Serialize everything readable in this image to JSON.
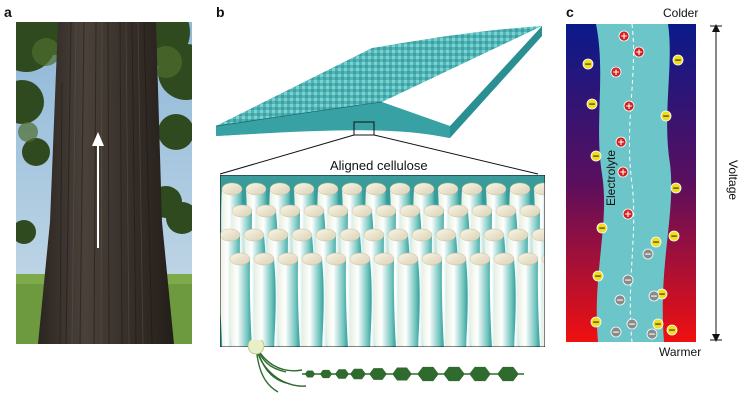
{
  "panels": {
    "a": {
      "letter": "a"
    },
    "b": {
      "letter": "b",
      "zoom_label": "Aligned cellulose"
    },
    "c": {
      "letter": "c",
      "top_label": "Colder",
      "bottom_label": "Warmer",
      "side_label": "Voltage",
      "channel_label": "Electrolyte",
      "positive_symbol": "+",
      "negative_symbol": "−"
    }
  },
  "colors": {
    "channel": "#6cc6c9",
    "gradient_top": "#0a1a8a",
    "gradient_bottom": "#f01010",
    "positive_ion": "#d21f1f",
    "negative_ion": "#f0de1e",
    "neutral_ion": "#8a8a8a",
    "polymer_chain": "#2f6b2f"
  }
}
